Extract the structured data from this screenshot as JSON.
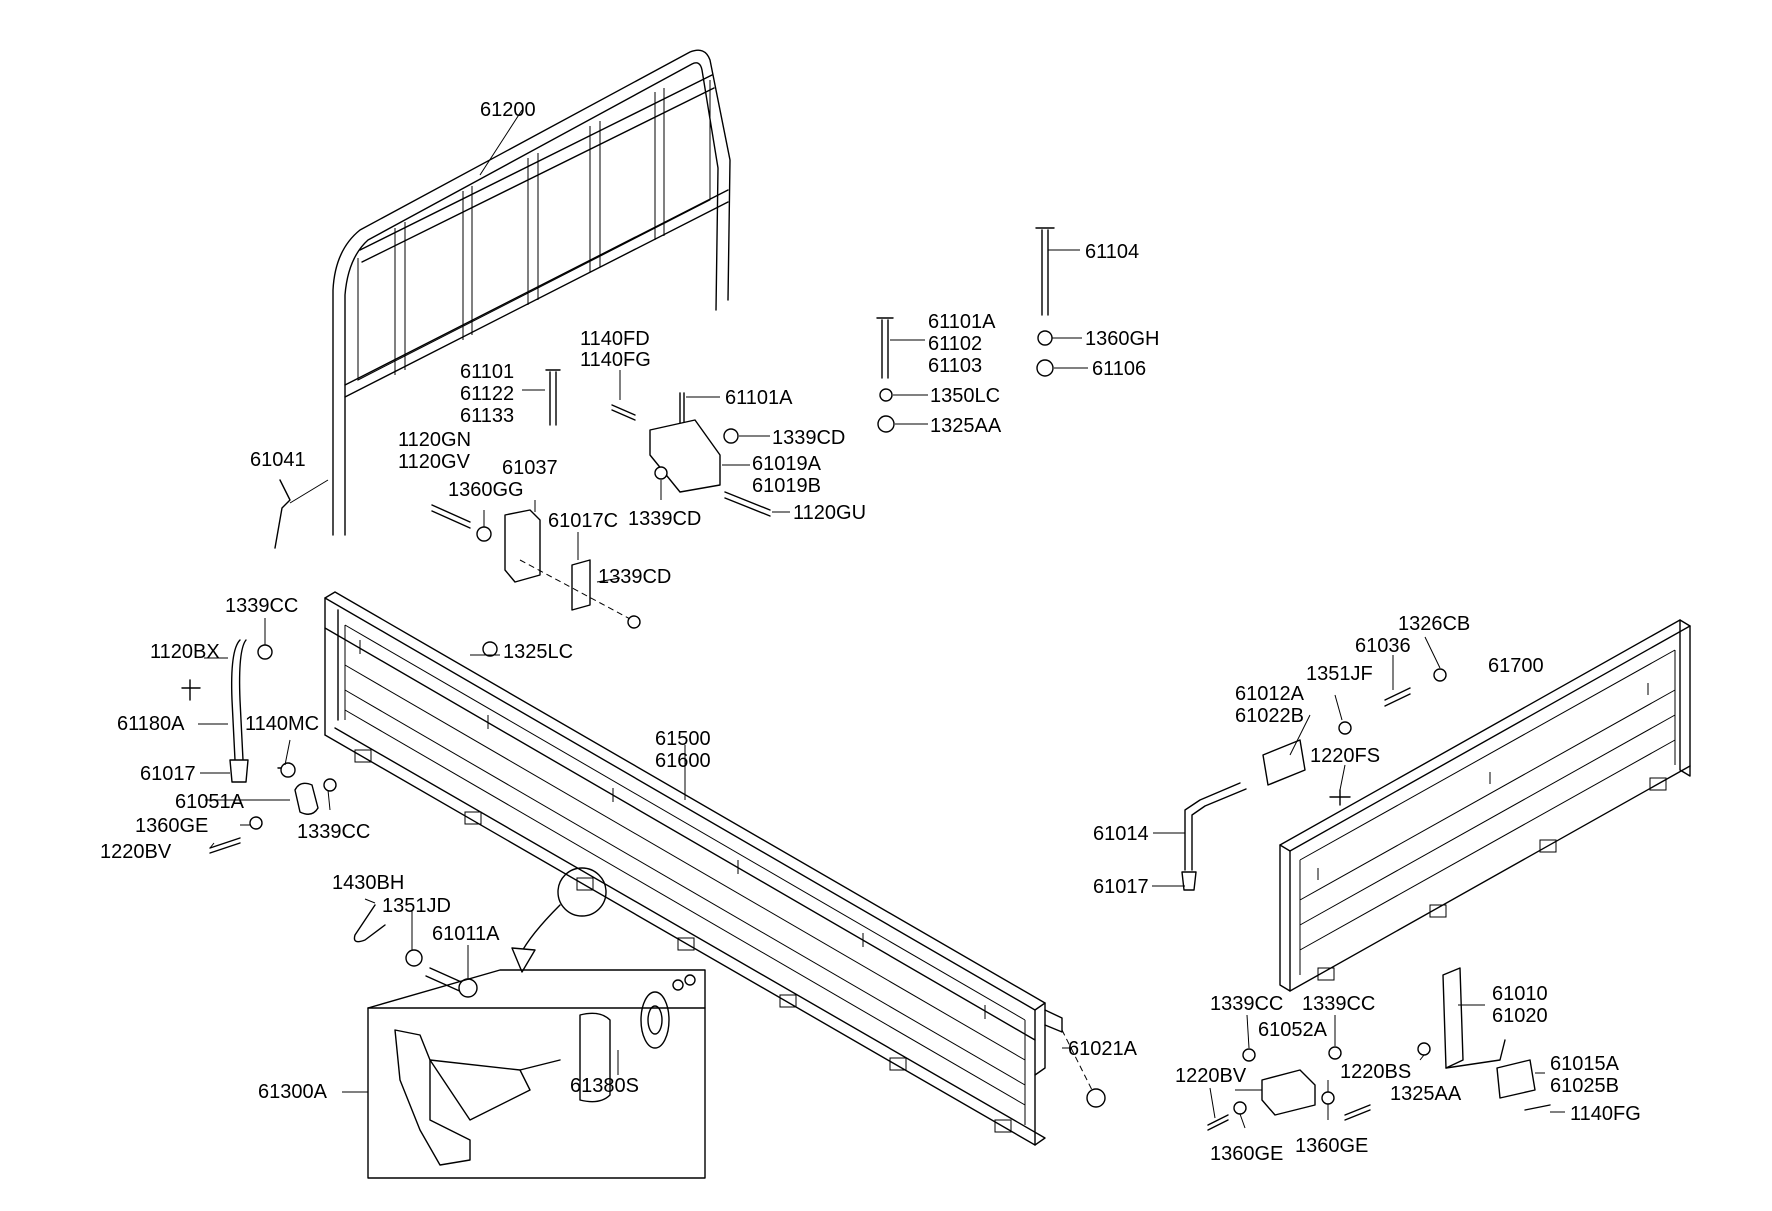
{
  "labels": {
    "l61200": "61200",
    "l61104": "61104",
    "l61101A_top": "61101A",
    "l61102": "61102",
    "l61103": "61103",
    "l1360GH": "1360GH",
    "l61106": "61106",
    "l1350LC": "1350LC",
    "l1325AA_top": "1325AA",
    "l1140FD": "1140FD",
    "l1140FG_top": "1140FG",
    "l61101": "61101",
    "l61122": "61122",
    "l61133": "61133",
    "l61101A_mid": "61101A",
    "l1339CD_a": "1339CD",
    "l61019A": "61019A",
    "l61019B": "61019B",
    "l1120GU": "1120GU",
    "l1339CD_b": "1339CD",
    "l1120GN": "1120GN",
    "l1120GV": "1120GV",
    "l61037": "61037",
    "l1360GG": "1360GG",
    "l61017C": "61017C",
    "l1339CD_c": "1339CD",
    "l61041": "61041",
    "l1339CC_a": "1339CC",
    "l1120BX": "1120BX",
    "l1325LC": "1325LC",
    "l61180A": "61180A",
    "l1140MC": "1140MC",
    "l61017_left": "61017",
    "l61051A": "61051A",
    "l1360GE_left": "1360GE",
    "l1339CC_b": "1339CC",
    "l1220BV_left": "1220BV",
    "l61500": "61500",
    "l61600": "61600",
    "l1430BH": "1430BH",
    "l1351JD": "1351JD",
    "l61011A": "61011A",
    "l61380S": "61380S",
    "l61300A": "61300A",
    "l61021A": "61021A",
    "l1326CB": "1326CB",
    "l61036": "61036",
    "l61700": "61700",
    "l1351JF": "1351JF",
    "l61012A": "61012A",
    "l61022B": "61022B",
    "l1220FS": "1220FS",
    "l61014": "61014",
    "l61017_right": "61017",
    "l61010": "61010",
    "l61020": "61020",
    "l1339CC_c": "1339CC",
    "l1339CC_d": "1339CC",
    "l61052A": "61052A",
    "l1220BV_right": "1220BV",
    "l1220BS": "1220BS",
    "l1325AA_bot": "1325AA",
    "l61015A": "61015A",
    "l61025B": "61025B",
    "l1140FG_bot": "1140FG",
    "l1360GE_r1": "1360GE",
    "l1360GE_r2": "1360GE"
  }
}
